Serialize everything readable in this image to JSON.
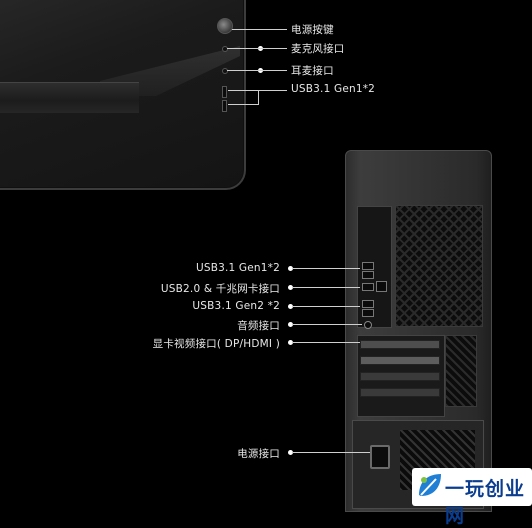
{
  "front_panel_callouts": {
    "power_button": "电源按键",
    "mic_port": "麦克风接口",
    "headphone_port": "耳麦接口",
    "usb_front": "USB3.1 Gen1*2"
  },
  "rear_panel_callouts": {
    "usb_gen1": "USB3.1  Gen1*2",
    "usb2_lan": "USB2.0 & 千兆网卡接口",
    "usb_gen2": "USB3.1  Gen2 *2",
    "audio": "音频接口",
    "gpu_video": "显卡视频接口( DP/HDMI )",
    "power_socket": "电源接口"
  },
  "watermark": {
    "text": "一玩创业网",
    "logo_icon": "leaf-icon"
  },
  "colors": {
    "watermark_text": "#0a3d8f",
    "watermark_logo": "#1f7fd4"
  }
}
